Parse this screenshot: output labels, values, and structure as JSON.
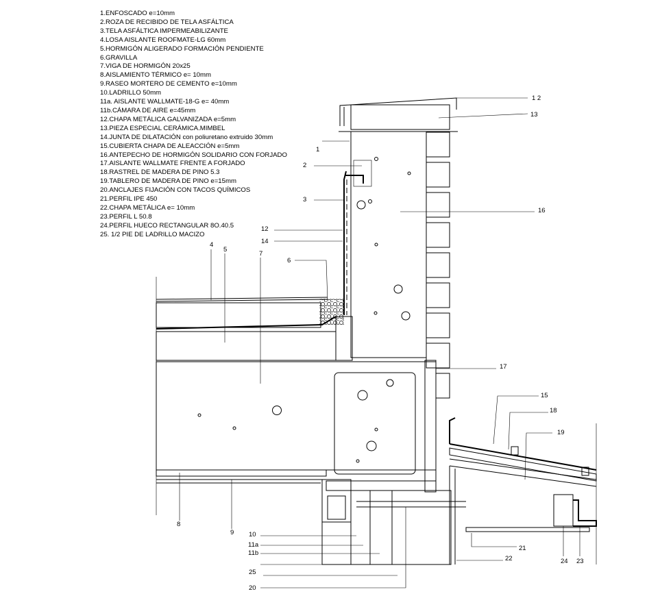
{
  "legend": [
    "1.ENFOSCADO e=10mm",
    "2.ROZA DE RECIBIDO DE TELA ASFÁLTICA",
    "3.TELA ASFÁLTICA IMPERMEABILIZANTE",
    "4.LOSA AISLANTE ROOFMATE-LG 60mm",
    "5.HORMIGÓN ALIGERADO FORMACIÓN PENDIENTE",
    "6.GRAVILLA",
    "7.VIGA DE HORMIGÓN 20x25",
    "8.AISLAMIENTO TÉRMICO e= 10mm",
    "9.RASEO MORTERO DE CEMENTO e=10mm",
    "10.LADRILLO 50mm",
    "11a. AISLANTE WALLMATE-18-G e= 40mm",
    "11b.CÁMARA DE AIRE e=45mm",
    "12.CHAPA METÁLICA GALVANIZADA e=5mm",
    "13.PIEZA ESPECIAL CERÁMICA.MIMBEL",
    "14.JUNTA DE DILATACIÓN con poliuretano extruido 30mm",
    "15.CUBIERTA CHAPA DE ALEACCIÓN e=5mm",
    "16.ANTEPECHO DE HORMIGÓN SOLIDARIO CON FORJADO",
    "17.AISLANTE WALLMATE FRENTE A FORJADO",
    "18.RASTREL DE MADERA DE PINO 5.3",
    "19.TABLERO DE MADERA DE PINO e=15mm",
    "20.ANCLAJES FIJACIÓN CON TACOS QUÍMICOS",
    "21.PERFIL IPE 450",
    "22.CHAPA METÁLICA e= 10mm",
    "23.PERFIL L 50.8",
    "24.PERFIL HUECO RECTANGULAR    8O.40.5",
    "25. 1/2 PIE DE LADRILLO MACIZO"
  ],
  "callouts": {
    "c1": "1",
    "c2": "2",
    "c3": "3",
    "c4": "4",
    "c5": "5",
    "c6": "6",
    "c7": "7",
    "c8": "8",
    "c9": "9",
    "c10": "10",
    "c11a": "11a",
    "c11b": "11b",
    "c12a": "12",
    "c12b": "1 2",
    "c13": "13",
    "c14": "14",
    "c15": "15",
    "c16": "16",
    "c17": "17",
    "c18": "18",
    "c19": "19",
    "c20": "20",
    "c21": "21",
    "c22": "22",
    "c23": "23",
    "c24": "24",
    "c25": "25"
  }
}
